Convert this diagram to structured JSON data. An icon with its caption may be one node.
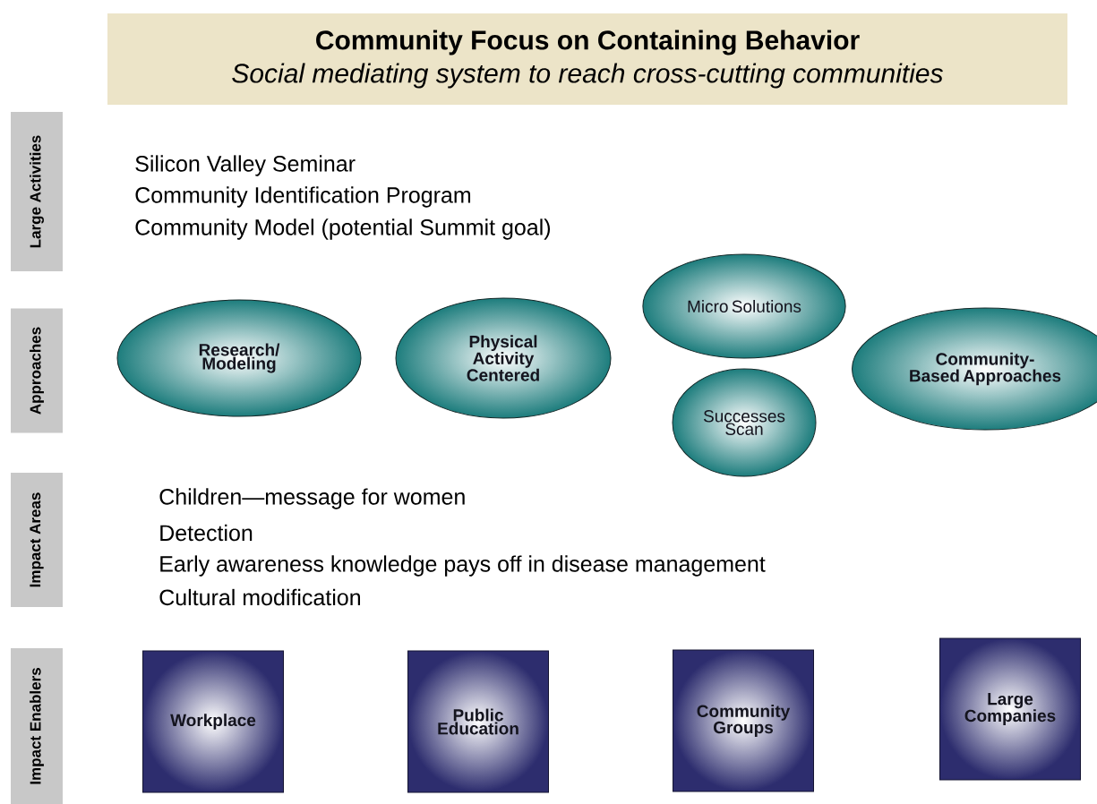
{
  "diagram": {
    "nodes": [
      {
        "text": [
          "Community Focus on Containing Behavior",
          "Social mediating system to reach cross-cutting communities"
        ]
      },
      {
        "text": [
          "Large Activities"
        ]
      },
      {
        "text": [
          "Approaches"
        ]
      },
      {
        "text": [
          "Research/ Modeling"
        ]
      },
      {
        "text": [
          "Physical Activity Centered"
        ]
      },
      {
        "text": [
          "Micro Solutions"
        ]
      },
      {
        "text": [
          "Successes Scan"
        ]
      },
      {
        "text": [
          "Community-Based Approaches"
        ]
      },
      {
        "text": [
          "Impact Areas"
        ]
      },
      {
        "text": [
          "Impact Enablers"
        ]
      },
      {
        "text": [
          "Workplace"
        ]
      },
      {
        "text": [
          "Public Education"
        ]
      },
      {
        "text": [
          "Community Groups"
        ]
      },
      {
        "text": [
          "Large Companies"
        ]
      }
    ],
    "labels": [
      "Silicon Valley Seminar",
      "Community Identification Program",
      "Community Model (potential Summit goal)",
      "Children—message for women",
      "Detection",
      "Early awareness knowledge pays off in disease management",
      "Cultural modification"
    ]
  }
}
